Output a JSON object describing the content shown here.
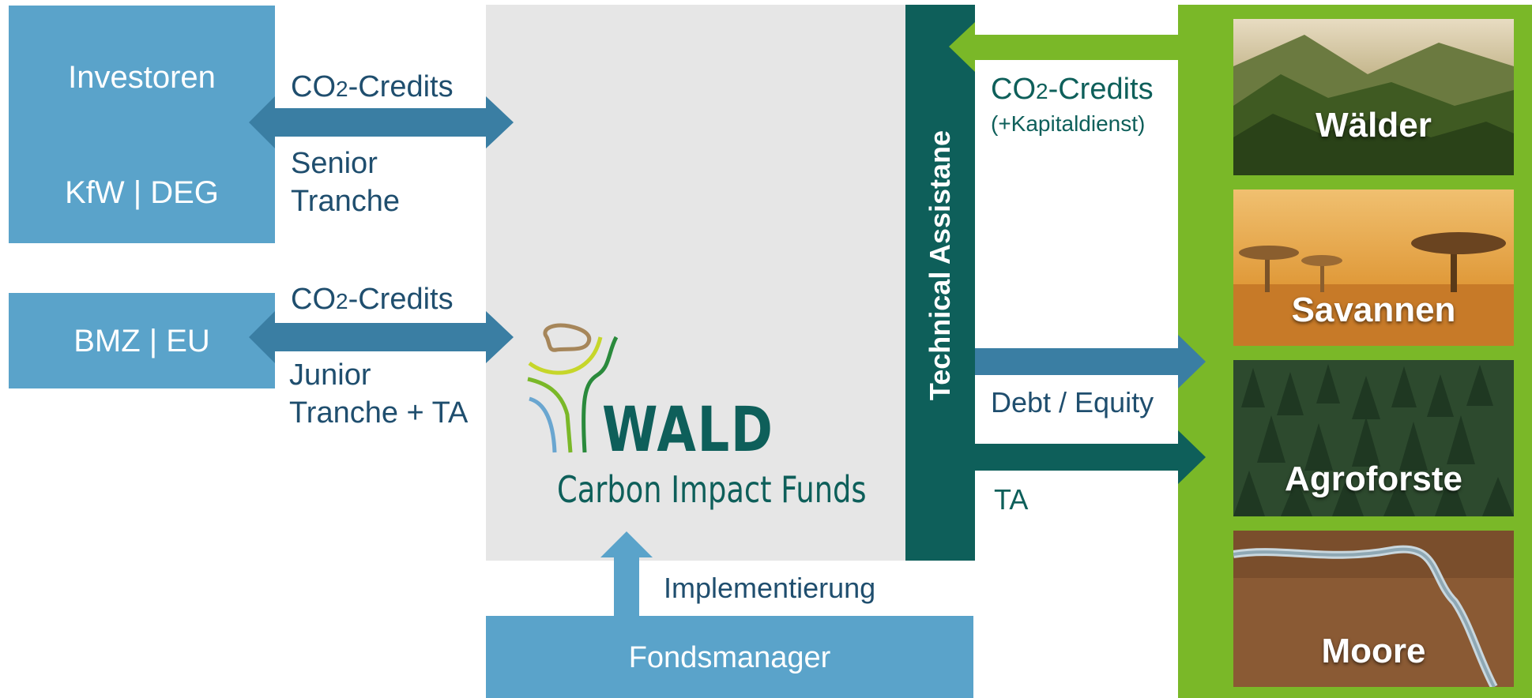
{
  "investors": {
    "line1": "Investoren",
    "line2": "KfW | DEG"
  },
  "donors": {
    "label": "BMZ | EU"
  },
  "flows": {
    "senior_credits_prefix": "CO",
    "senior_credits_sub": "2",
    "senior_credits_suffix": "-Credits",
    "senior_line1": "Senior",
    "senior_line2": "Tranche",
    "junior_credits_prefix": "CO",
    "junior_credits_sub": "2",
    "junior_credits_suffix": "-Credits",
    "junior_line1": "Junior",
    "junior_line2": "Tranche + TA",
    "right_credits_prefix": "CO",
    "right_credits_sub": "2",
    "right_credits_suffix": "-Credits",
    "right_credits_note": "(+Kapitaldienst)",
    "debt_equity": "Debt / Equity",
    "ta": "TA",
    "implementation": "Implementierung"
  },
  "fund": {
    "logo_word": "WALD",
    "logo_sub": "Carbon Impact Funds"
  },
  "technical_assistance": {
    "label": "Technical Assistane"
  },
  "fund_manager": {
    "label": "Fondsmanager"
  },
  "ecosystems": [
    {
      "label": "Wälder"
    },
    {
      "label": "Savannen"
    },
    {
      "label": "Agroforste"
    },
    {
      "label": "Moore"
    }
  ],
  "colors": {
    "box_blue": "#5aa3ca",
    "arrow_blue": "#3a7ea3",
    "fund_grey": "#e6e6e6",
    "teal": "#0e5f5a",
    "green": "#7ab828",
    "navy_text": "#1f4e6e"
  }
}
